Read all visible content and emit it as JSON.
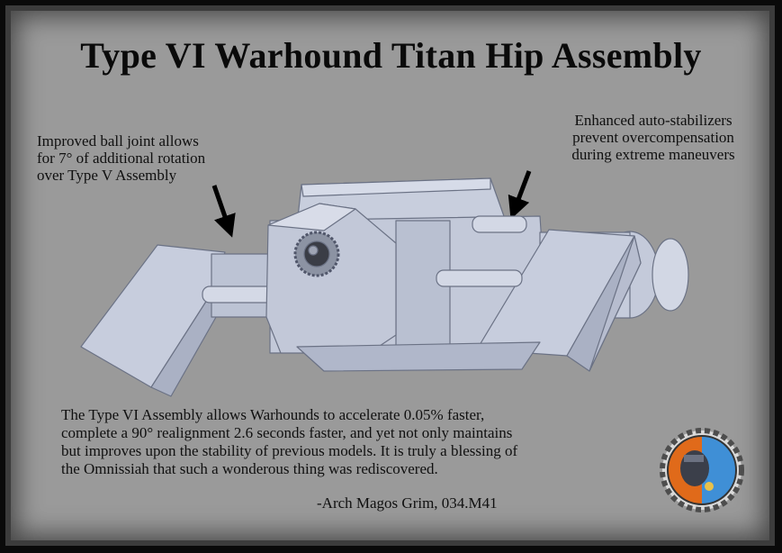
{
  "title": "Type VI Warhound Titan Hip Assembly",
  "notes": {
    "left": "Improved ball joint allows\nfor 7° of additional rotation\nover Type V Assembly",
    "right": "Enhanced auto-stabilizers\nprevent overcompensation\nduring extreme maneuvers"
  },
  "quote": {
    "text": "The Type VI Assembly allows Warhounds to accelerate 0.05% faster, complete a 90° realignment 2.6 seconds faster, and yet not only maintains but improves upon the stability of previous models.  It is truly a blessing of the Omnissiah that such a wonderous thing was rediscovered.",
    "attribution": "-Arch Magos Grim, 034.M41"
  },
  "colors": {
    "panel": "#9a9a9a",
    "metal": "#c9cfdf",
    "metal_shadow": "#a9b0c3",
    "emblem_orange": "#e06a1a",
    "emblem_blue": "#3f8fd6"
  }
}
